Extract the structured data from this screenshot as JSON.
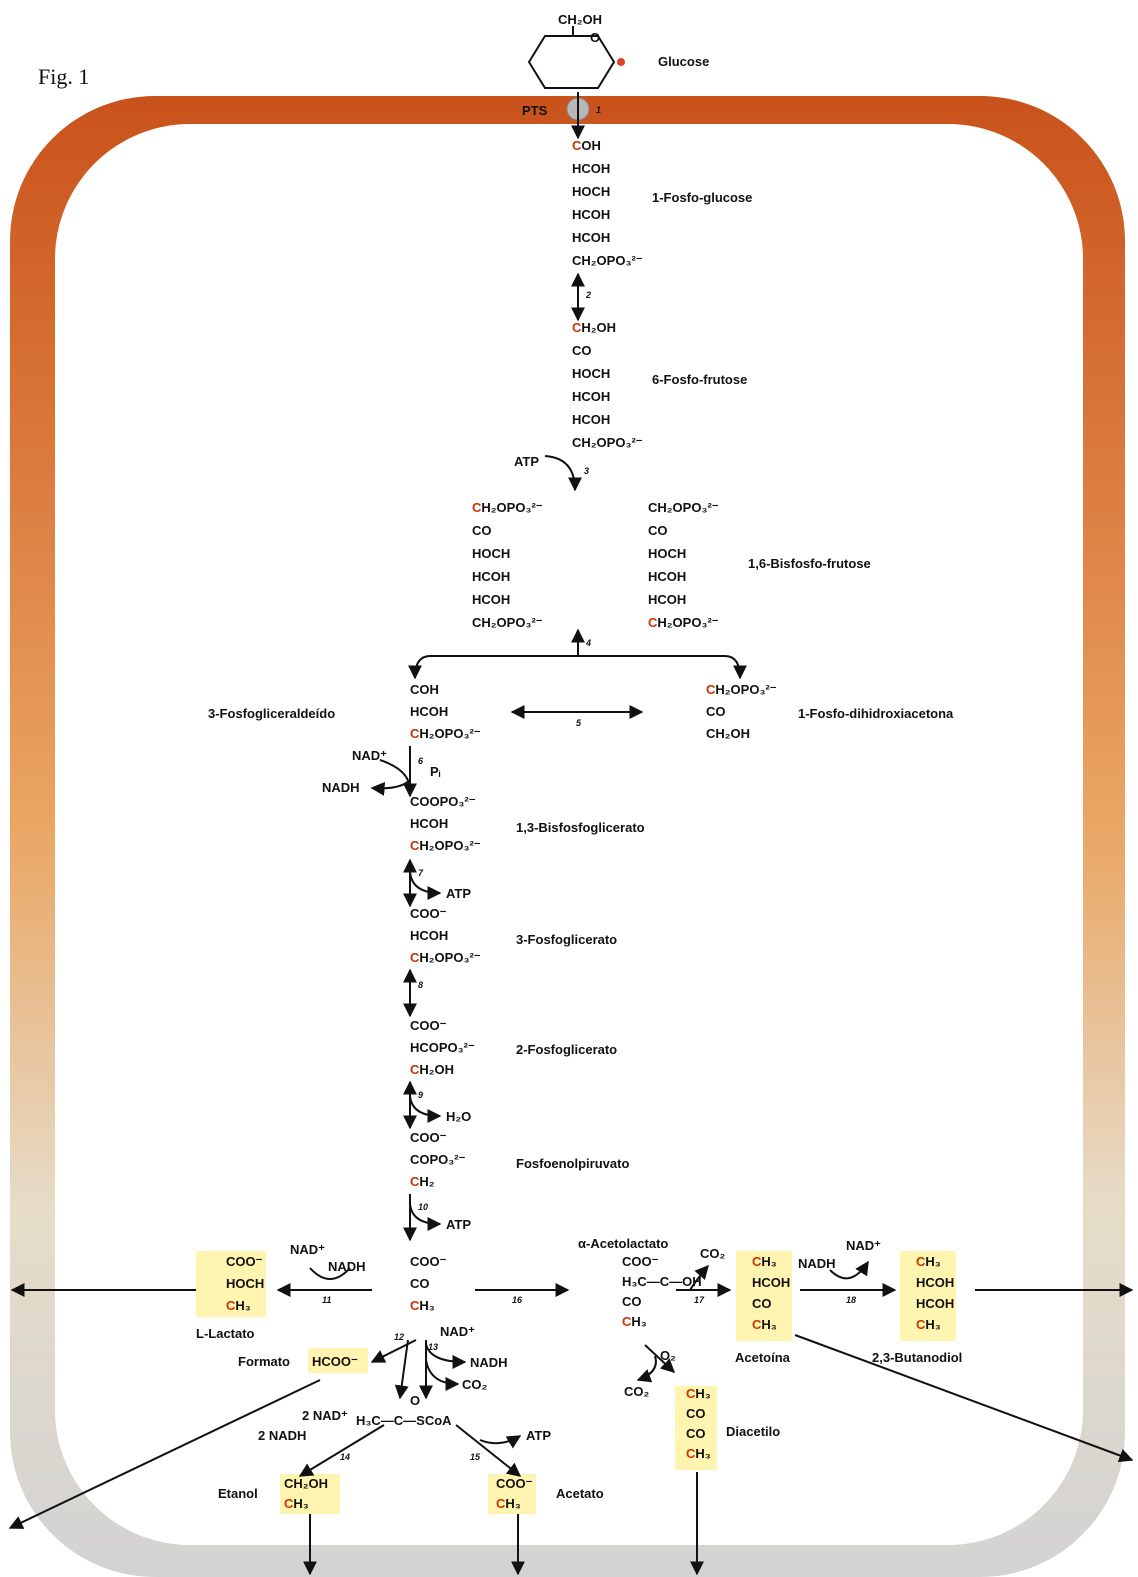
{
  "figure": {
    "label": "Fig. 1"
  },
  "colors": {
    "membrane_top": "#c9521b",
    "membrane_mid": "#e9a460",
    "membrane_bottom": "#d6d6d6",
    "red_carbon": "#cc3300",
    "highlight": "#fff5b0"
  },
  "glucose": {
    "ring_sub": "CH₂OH",
    "ring_o": "O",
    "name": "Glucose"
  },
  "transport": {
    "label": "PTS"
  },
  "steps": [
    "1",
    "2",
    "3",
    "4",
    "5",
    "6",
    "7",
    "8",
    "9",
    "10",
    "11",
    "12",
    "13",
    "14",
    "15",
    "16",
    "17",
    "18"
  ],
  "cofactors": {
    "atp3": "ATP",
    "nad6": "NAD⁺",
    "nadh6": "NADH",
    "pi6": "Pᵢ",
    "atp7": "ATP",
    "h2o9": "H₂O",
    "atp10": "ATP",
    "nad11": "NAD⁺",
    "nadh11": "NADH",
    "nad13": "NAD⁺",
    "nadh13": "NADH",
    "co2_13": "CO₂",
    "nad14": "2 NAD⁺",
    "nadh14": "2 NADH",
    "atp15": "ATP",
    "co2_17": "CO₂",
    "nadh18": "NADH",
    "nad18": "NAD⁺",
    "o2": "O₂",
    "co2_dia": "CO₂"
  },
  "metabolites": {
    "fosfoglucose": {
      "name": "1-Fosfo-glucose",
      "lines": [
        "COH",
        "HCOH",
        "HOCH",
        "HCOH",
        "HCOH",
        "CH₂OPO₃²⁻"
      ]
    },
    "fosfofrutose": {
      "name": "6-Fosfo-frutose",
      "lines": [
        "CH₂OH",
        "CO",
        "HOCH",
        "HCOH",
        "HCOH",
        "CH₂OPO₃²⁻"
      ]
    },
    "bisfosfofrutose": {
      "name": "1,6-Bisfosfo-frutose",
      "left": [
        "CH₂OPO₃²⁻",
        "CO",
        "HOCH",
        "HCOH",
        "HCOH",
        "CH₂OPO₃²⁻"
      ],
      "right": [
        "CH₂OPO₃²⁻",
        "CO",
        "HOCH",
        "HCOH",
        "HCOH",
        "CH₂OPO₃²⁻"
      ]
    },
    "gliceraldeido": {
      "name": "3-Fosfogliceraldeído",
      "lines": [
        "COH",
        "HCOH",
        "CH₂OPO₃²⁻"
      ]
    },
    "dihidroxiacetona": {
      "name": "1-Fosfo-dihidroxiacetona",
      "lines": [
        "CH₂OPO₃²⁻",
        "CO",
        "CH₂OH"
      ]
    },
    "bisfosfoglicerato": {
      "name": "1,3-Bisfosfoglicerato",
      "lines": [
        "COOPO₃²⁻",
        "HCOH",
        "CH₂OPO₃²⁻"
      ]
    },
    "fosfoglicerato3": {
      "name": "3-Fosfoglicerato",
      "lines": [
        "COO⁻",
        "HCOH",
        "CH₂OPO₃²⁻"
      ]
    },
    "fosfoglicerato2": {
      "name": "2-Fosfoglicerato",
      "lines": [
        "COO⁻",
        "HCOPO₃²⁻",
        "CH₂OH"
      ]
    },
    "fosfoenolpiruvato": {
      "name": "Fosfoenolpiruvato",
      "lines": [
        "COO⁻",
        "COPO₃²⁻",
        "CH₂"
      ]
    },
    "piruvato": {
      "lines": [
        "COO⁻",
        "CO",
        "CH₃"
      ]
    },
    "lactato": {
      "name": "L-Lactato",
      "lines": [
        "COO⁻",
        "HOCH",
        "CH₃"
      ]
    },
    "acetolactato": {
      "name": "α-Acetolactato",
      "lines": [
        "COO⁻",
        "H₃C—C—OH",
        "CO",
        "CH₃"
      ]
    },
    "acetoina": {
      "name": "Acetoína",
      "lines": [
        "CH₃",
        "HCOH",
        "CO",
        "CH₃"
      ]
    },
    "butanodiol": {
      "name": "2,3-Butanodiol",
      "lines": [
        "CH₃",
        "HCOH",
        "HCOH",
        "CH₃"
      ]
    },
    "diacetilo": {
      "name": "Diacetilo",
      "lines": [
        "CH₃",
        "CO",
        "CO",
        "CH₃"
      ]
    },
    "formato": {
      "name": "Formato",
      "formula": "HCOO⁻"
    },
    "acetilcoa": {
      "o": "O",
      "formula": "H₃C—C—SCoA"
    },
    "etanol": {
      "name": "Etanol",
      "lines": [
        "CH₂OH",
        "CH₃"
      ]
    },
    "acetato": {
      "name": "Acetato",
      "lines": [
        "COO⁻",
        "CH₃"
      ]
    }
  }
}
